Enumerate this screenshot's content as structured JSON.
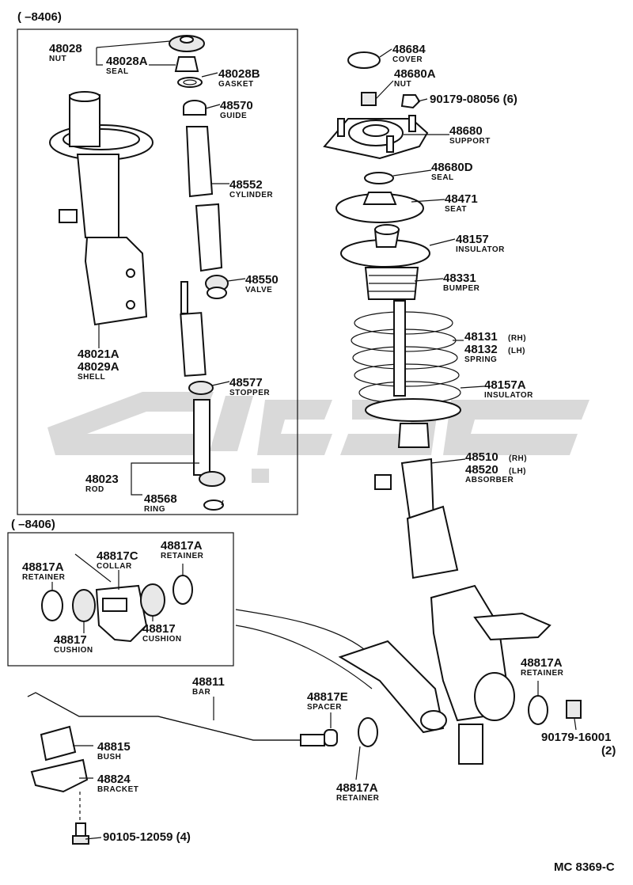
{
  "header_top": "(      –8406)",
  "header_mid": "(      –8406)",
  "footer_code": "MC 8369-C",
  "labels": {
    "p48028": "48028",
    "n48028": "NUT",
    "p48028A": "48028A",
    "n48028A": "SEAL",
    "p48028B": "48028B",
    "n48028B": "GASKET",
    "p48570": "48570",
    "n48570": "GUIDE",
    "p48552": "48552",
    "n48552": "CYLINDER",
    "p48550": "48550",
    "n48550": "VALVE",
    "p48021A": "48021A",
    "p48029A": "48029A",
    "n48021A": "SHELL",
    "p48577": "48577",
    "n48577": "STOPPER",
    "p48023": "48023",
    "n48023": "ROD",
    "p48568": "48568",
    "n48568": "RING",
    "p48684": "48684",
    "n48684": "COVER",
    "p48680A": "48680A",
    "n48680A": "NUT",
    "p90179a": "90179-08056 (6)",
    "p48680": "48680",
    "n48680": "SUPPORT",
    "p48680D": "48680D",
    "n48680D": "SEAL",
    "p48471": "48471",
    "n48471": "SEAT",
    "p48157": "48157",
    "n48157": "INSULATOR",
    "p48331": "48331",
    "n48331": "BUMPER",
    "p48131": "48131",
    "s48131": "(RH)",
    "p48132": "48132",
    "s48132": "(LH)",
    "n48131": "SPRING",
    "p48157A": "48157A",
    "n48157A": "INSULATOR",
    "p48510": "48510",
    "s48510": "(RH)",
    "p48520": "48520",
    "s48520": "(LH)",
    "n48510": "ABSORBER",
    "p48817A_l": "48817A",
    "n48817A_l": "RETAINER",
    "p48817C": "48817C",
    "n48817C": "COLLAR",
    "p48817A_r": "48817A",
    "n48817A_r": "RETAINER",
    "p48817_l": "48817",
    "n48817_l": "CUSHION",
    "p48817_r": "48817",
    "n48817_r": "CUSHION",
    "p48811": "48811",
    "n48811": "BAR",
    "p48817E": "48817E",
    "n48817E": "SPACER",
    "p48815": "48815",
    "n48815": "BUSH",
    "p48824": "48824",
    "n48824": "BRACKET",
    "p48817A_b": "48817A",
    "n48817A_b": "RETAINER",
    "p48817A_br": "48817A",
    "n48817A_br": "RETAINER",
    "p90179b": "90179-16001",
    "q90179b": "(2)",
    "p90105": "90105-12059 (4)"
  }
}
